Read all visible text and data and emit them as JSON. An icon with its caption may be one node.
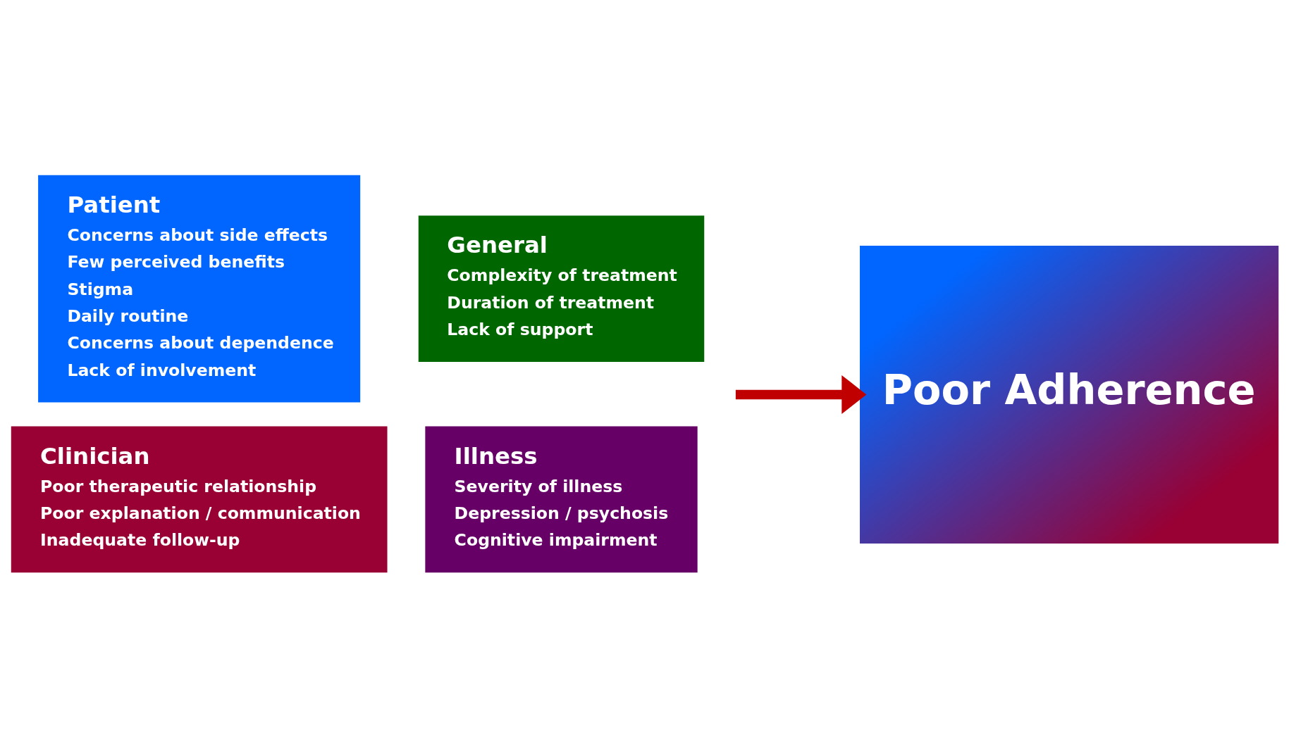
{
  "diagram": {
    "nodes": [
      {
        "text": [
          "Patient",
          "Concerns about side effects",
          "Few perceived benefits",
          "Stigma",
          "Daily routine",
          "Concerns about dependence",
          "Lack of involvement"
        ]
      },
      {
        "text": [
          "General",
          "Complexity of treatment",
          "Duration of treatment",
          "Lack of support"
        ]
      },
      {
        "text": [
          "Clinician",
          "Poor therapeutic relationship",
          "Poor explanation / communication",
          "Inadequate follow-up"
        ]
      },
      {
        "text": [
          "Illness",
          "Severity of illness",
          "Depression / psychosis",
          "Cognitive impairment"
        ]
      },
      {
        "text": [
          "Poor Adherence"
        ]
      }
    ],
    "edges": [
      {
        "from": null,
        "to": 4,
        "arrow": "to"
      }
    ]
  }
}
